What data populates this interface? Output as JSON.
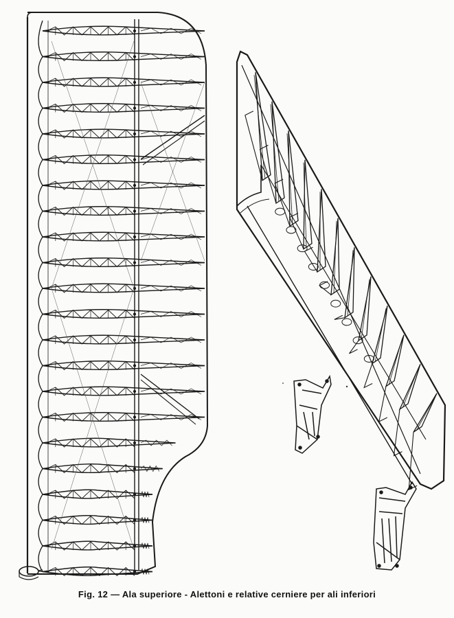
{
  "figure": {
    "caption": "Fig. 12 — Ala superiore - Alettoni e relative cerniere per ali inferiori",
    "ink_color": "#1a1a1a",
    "paper_color": "#fbfbf9"
  },
  "illustrations": [
    {
      "name": "upper-wing-frame",
      "icon": "wing-rib-structure-drawing"
    },
    {
      "name": "aileron",
      "icon": "aileron-frame-drawing"
    },
    {
      "name": "hinge-upper",
      "icon": "hinge-bracket-drawing"
    },
    {
      "name": "hinge-lower",
      "icon": "hinge-bracket-drawing"
    }
  ]
}
